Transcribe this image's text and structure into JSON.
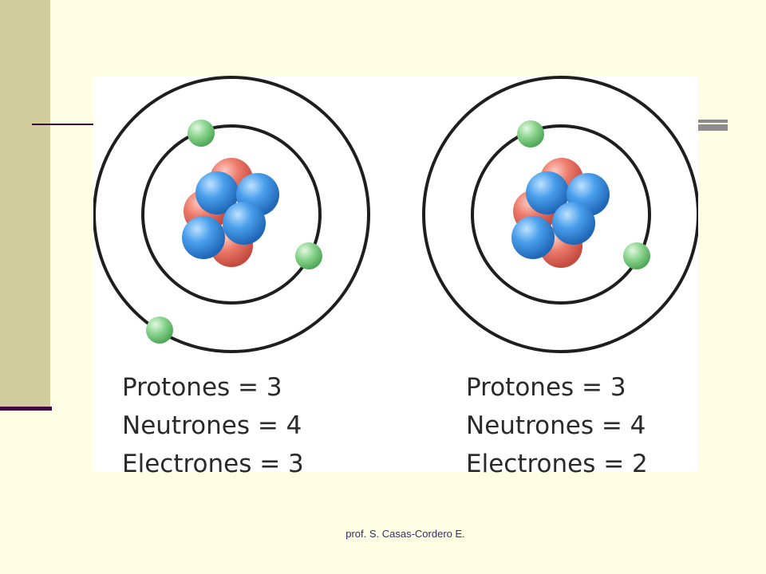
{
  "atoms": [
    {
      "protons_label": "Protones = 3",
      "neutrons_label": "Neutrones = 4",
      "electrons_label": "Electrones = 3",
      "protons": 3,
      "neutrons": 4,
      "electrons": 3
    },
    {
      "protons_label": "Protones = 3",
      "neutrons_label": "Neutrones = 4",
      "electrons_label": "Electrones = 2",
      "protons": 3,
      "neutrons": 4,
      "electrons": 2
    }
  ],
  "colors": {
    "proton": "#e4675a",
    "neutron": "#3f93e3",
    "electron": "#7fcf83",
    "orbit": "#1e1e1e",
    "sidebar": "#d0cc9b",
    "background": "#fffde3"
  },
  "footer": {
    "credit": "prof. S. Casas-Cordero E."
  }
}
